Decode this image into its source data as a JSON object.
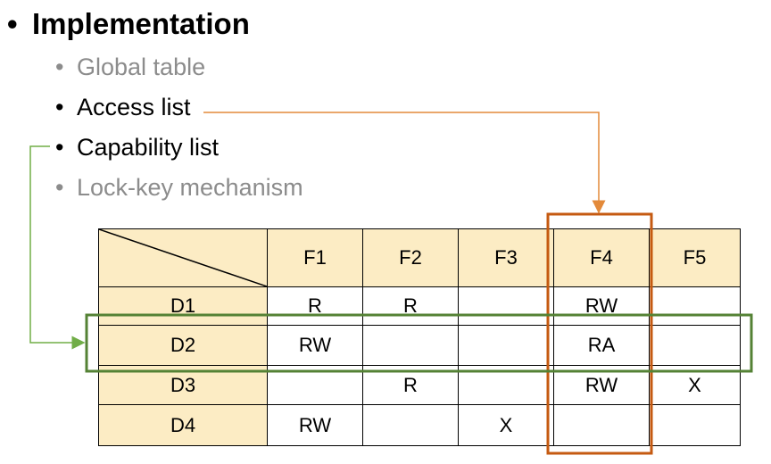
{
  "heading": "Implementation",
  "bullets": [
    {
      "text": "Global table",
      "state": "dimmed"
    },
    {
      "text": "Access list",
      "state": "highlighted"
    },
    {
      "text": "Capability list",
      "state": "highlighted"
    },
    {
      "text": "Lock-key mechanism",
      "state": "dimmed"
    }
  ],
  "matrix": {
    "columns": [
      "F1",
      "F2",
      "F3",
      "F4",
      "F5"
    ],
    "rows": [
      {
        "domain": "D1",
        "cells": [
          "R",
          "R",
          "",
          "RW",
          ""
        ]
      },
      {
        "domain": "D2",
        "cells": [
          "RW",
          "",
          "",
          "RA",
          ""
        ]
      },
      {
        "domain": "D3",
        "cells": [
          "",
          "R",
          "",
          "RW",
          "X"
        ]
      },
      {
        "domain": "D4",
        "cells": [
          "RW",
          "",
          "X",
          "",
          ""
        ]
      }
    ]
  },
  "colors": {
    "header_fill": "#fcecc4",
    "access_list_highlight": "#c55a11",
    "capability_list_highlight": "#548235",
    "access_arrow": "#e38a3a",
    "capability_arrow": "#70ad47",
    "dimmed_text": "#8c8c8c"
  }
}
